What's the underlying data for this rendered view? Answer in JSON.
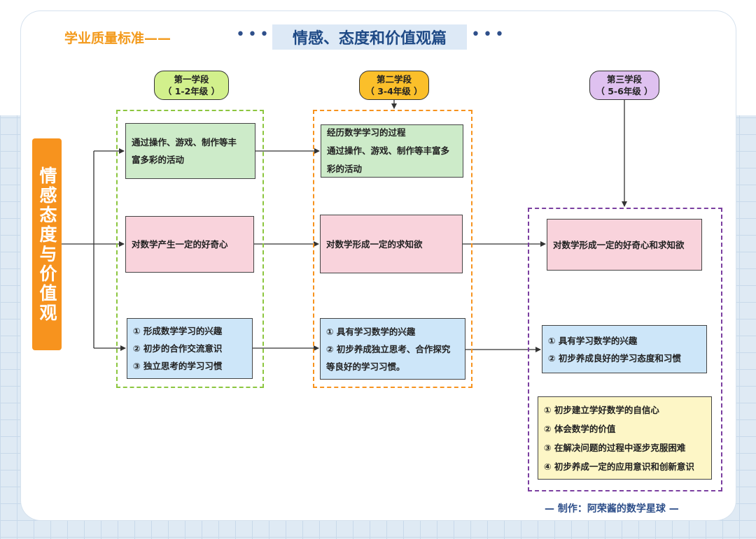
{
  "header": {
    "standard_title": "学业质量标准——",
    "dots_left": "•••",
    "dots_right": "•••",
    "main_title": "情感、态度和价值观篇"
  },
  "side_label": "情感态度与价值观",
  "stages": [
    {
      "line1": "第一学段",
      "line2": "（ 1-2年级 ）"
    },
    {
      "line1": "第二学段",
      "line2": "（ 3-4年级 ）"
    },
    {
      "line1": "第三学段",
      "line2": "（ 5-6年级 ）"
    }
  ],
  "stage1": {
    "activities": [
      "通过操作、游戏、制作等丰",
      "富多彩的活动"
    ],
    "curiosity": "对数学产生一定的好奇心",
    "habits": [
      "① 形成数学学习的兴趣",
      "② 初步的合作交流意识",
      "③ 独立思考的学习习惯"
    ]
  },
  "stage2": {
    "activities": [
      "经历数学学习的过程",
      "通过操作、游戏、制作等丰富多",
      "彩的活动"
    ],
    "curiosity": "对数学形成一定的求知欲",
    "habits": [
      "① 具有学习数学的兴趣",
      "② 初步养成独立思考、合作探究",
      "等良好的学习习惯。"
    ]
  },
  "stage3": {
    "curiosity": "对数学形成一定的好奇心和求知欲",
    "habits": [
      "① 具有学习数学的兴趣",
      "② 初步养成良好的学习态度和习惯"
    ],
    "extra": [
      "① 初步建立学好数学的自信心",
      "② 体会数学的价值",
      "③ 在解决问题的过程中逐步克服困难",
      "④ 初步养成一定的应用意识和创新意识"
    ]
  },
  "credit": "— 制作：阿荣酱的数学星球 —",
  "colors": {
    "accent_orange": "#f7931e",
    "title_blue": "#1f4a86",
    "stage1": "#d2f08c",
    "stage2": "#fbbf2a",
    "stage3": "#dfc1f0",
    "green_box": "#cdebc9",
    "pink_box": "#f9d3dc",
    "blue_box": "#cde6f9",
    "yellow_box": "#fdf6c6"
  }
}
